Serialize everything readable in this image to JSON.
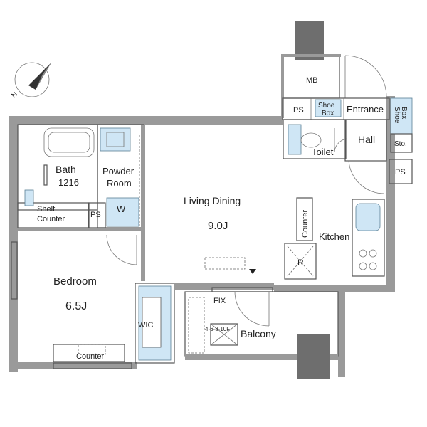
{
  "rooms": {
    "mb": "MB",
    "ps_top": "PS",
    "shoe_box_top_1": "Shoe",
    "shoe_box_top_2": "Box",
    "entrance": "Entrance",
    "shoe_box_right_1": "Shoe",
    "shoe_box_right_2": "Box",
    "hall": "Hall",
    "storage": "Sto.",
    "ps_right": "PS",
    "toilet": "Toilet",
    "bath": "Bath",
    "bath_size": "1216",
    "powder_room_1": "Powder",
    "powder_room_2": "Room",
    "washer": "W",
    "ps_left": "PS",
    "shelf_1": "Shelf",
    "shelf_2": "Counter",
    "living_dining": "Living Dining",
    "living_size": "9.0J",
    "counter_vertical": "Counter",
    "kitchen": "Kitchen",
    "refrigerator": "R",
    "bedroom": "Bedroom",
    "bedroom_size": "6.5J",
    "wic": "WIC",
    "counter_bottom": "Counter",
    "balcony": "Balcony",
    "fix": "FIX",
    "window_sizes": "4·6·8·10F"
  },
  "compass": {
    "north_label": "N"
  },
  "colors": {
    "wall": "#9a9a9a",
    "fixture_blue": "#cfe6f5"
  }
}
